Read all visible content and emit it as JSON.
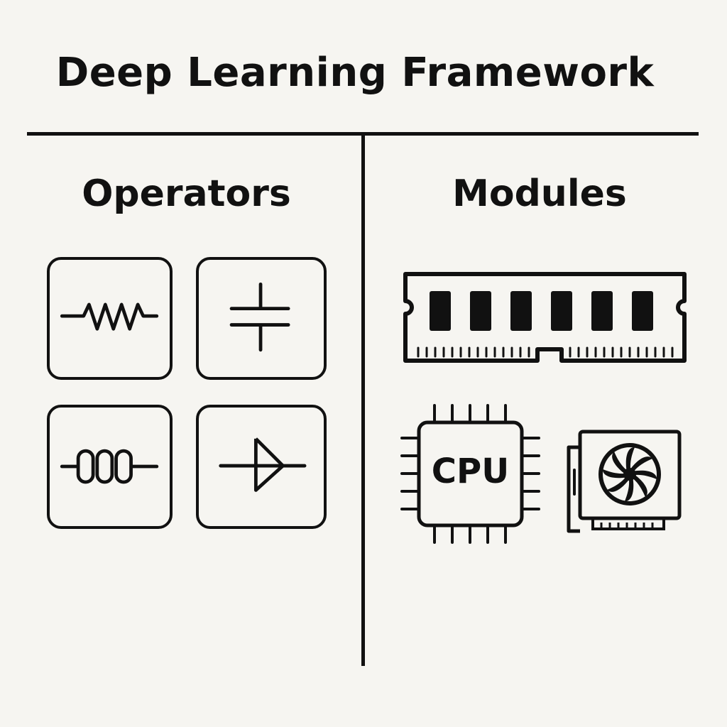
{
  "title": "Deep Learning Framework",
  "sections": {
    "operators": {
      "title": "Operators",
      "icons": [
        "resistor-icon",
        "capacitor-icon",
        "inductor-icon",
        "diode-icon"
      ]
    },
    "modules": {
      "title": "Modules",
      "icons": [
        "ram-module-icon",
        "cpu-chip-icon",
        "gpu-card-icon"
      ],
      "cpu_label": "CPU"
    }
  }
}
